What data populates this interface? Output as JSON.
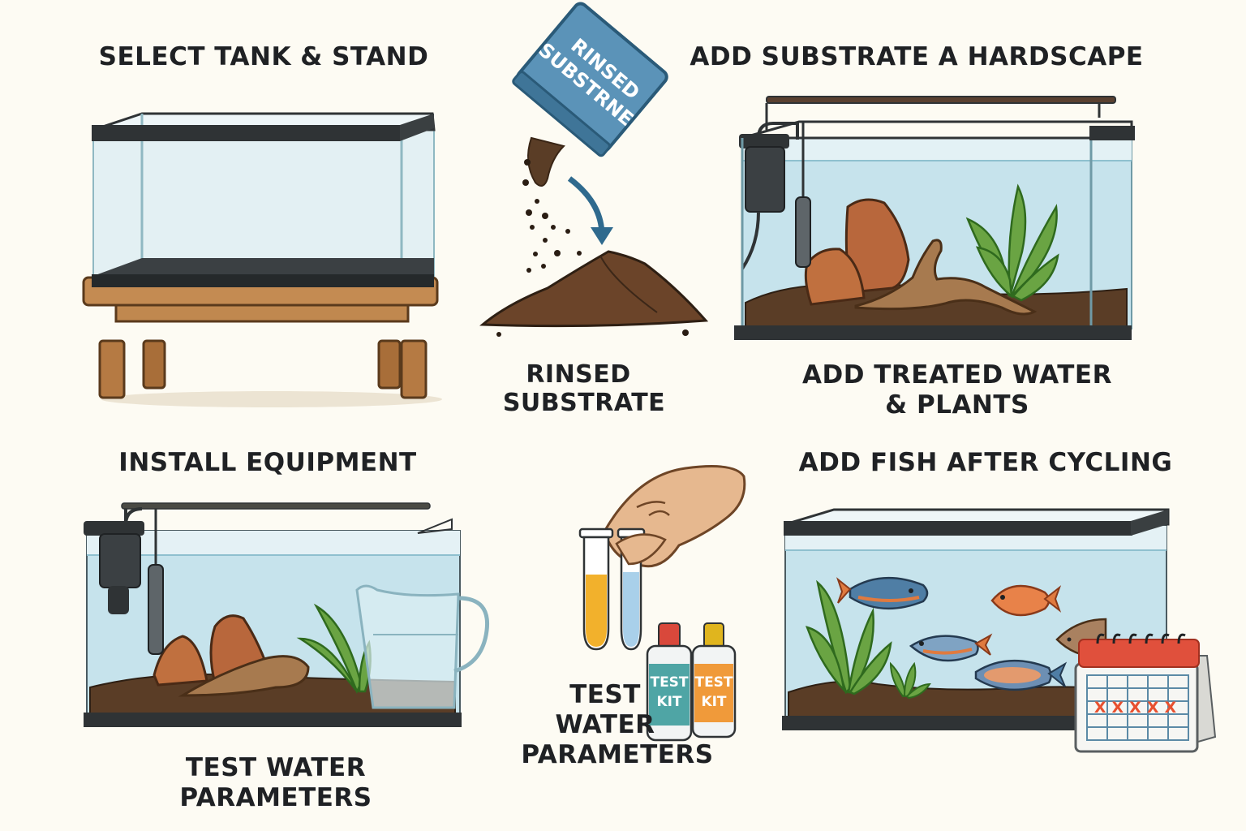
{
  "colors": {
    "background": "#fdfbf3",
    "text": "#1f2124",
    "glass": "#dfeef2",
    "water": "#bfe0ea",
    "frame": "#2f3335",
    "wood": "#b57a43",
    "soil": "#5a3d26",
    "rock": "#b8673c",
    "plant": "#5b9a3b",
    "bag": "#5b93b8",
    "calendar_red": "#e0503c",
    "tube_yellow": "#f2b12c",
    "tube_blue": "#a9d0ea"
  },
  "steps": [
    {
      "id": "select-tank",
      "title": "SELECT TANK & STAND",
      "illustration": "empty glass tank on wooden stand"
    },
    {
      "id": "rinsed-substrate",
      "title_line1": "RINSED",
      "title_line2": "SUBSTRATE",
      "bag_line1": "RINSED",
      "bag_line2": "SUBSTRNE",
      "illustration": "blue bag pouring substrate into pile with arrow"
    },
    {
      "id": "add-substrate",
      "title": "ADD SUBSTRATE A HARDSCAPE",
      "caption_line1": "ADD TREATED WATER",
      "caption_line2": "& PLANTS",
      "illustration": "tank with filter, heater, rocks, driftwood, plant"
    },
    {
      "id": "install-equipment",
      "title": "INSTALL EQUIPMENT",
      "caption_line1": "TEST WATER",
      "caption_line2": "PARAMETERS",
      "illustration": "tank with filter, heater, rocks, plant, water jug"
    },
    {
      "id": "test-water",
      "title_line1": "TEST",
      "title_line2": "WATER",
      "title_line3": "PARAMETERS",
      "bottle1_line1": "TEST",
      "bottle1_line2": "KIT",
      "bottle2_line1": "TEST",
      "bottle2_line2": "KIT",
      "illustration": "hand holding yellow and blue test tubes, two test kit bottles"
    },
    {
      "id": "add-fish",
      "title": "ADD FISH AFTER CYCLING",
      "calendar_marks": "XXXXX",
      "illustration": "tank with fish and plants, calendar with crossed days"
    }
  ]
}
